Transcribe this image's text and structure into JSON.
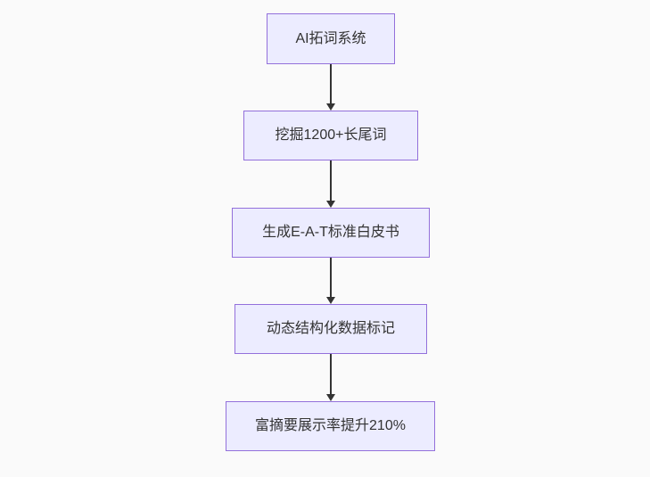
{
  "flowchart": {
    "direction": "top-down",
    "nodes": [
      {
        "id": "n1",
        "label": "AI拓词系统"
      },
      {
        "id": "n2",
        "label": "挖掘1200+长尾词"
      },
      {
        "id": "n3",
        "label": "生成E-A-T标准白皮书"
      },
      {
        "id": "n4",
        "label": "动态结构化数据标记"
      },
      {
        "id": "n5",
        "label": "富摘要展示率提升210%"
      }
    ],
    "edges": [
      {
        "from": "n1",
        "to": "n2"
      },
      {
        "from": "n2",
        "to": "n3"
      },
      {
        "from": "n3",
        "to": "n4"
      },
      {
        "from": "n4",
        "to": "n5"
      }
    ],
    "colors": {
      "background": "#fafafa",
      "node_fill": "#ececff",
      "node_border": "#9370db",
      "node_text": "#333333",
      "edge": "#333333"
    }
  }
}
